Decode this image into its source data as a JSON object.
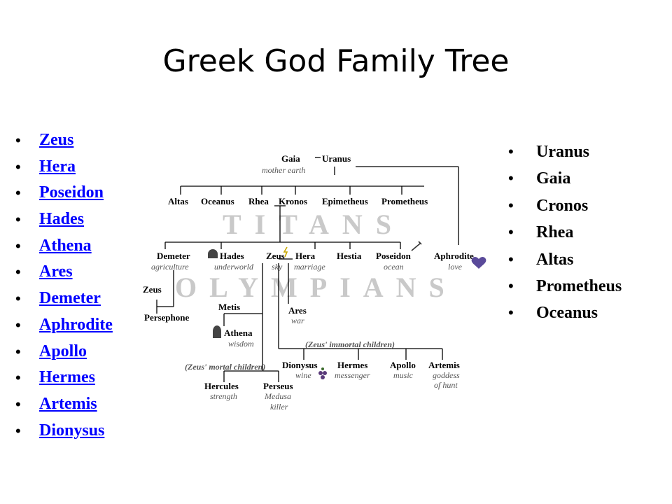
{
  "title": "Greek God Family Tree",
  "gods_links": [
    "Zeus",
    "Hera",
    "Poseidon",
    "Hades",
    "Athena",
    "Ares",
    "Demeter",
    "Aphrodite",
    "Apollo",
    "Hermes",
    "Artemis",
    "Dionysus"
  ],
  "titans": [
    "Uranus",
    "Gaia",
    "Cronos",
    "Rhea",
    "Altas",
    "Prometheus",
    "Oceanus"
  ],
  "tree": {
    "gaia": "Gaia",
    "gaia_desc": "mother earth",
    "uranus": "Uranus",
    "altas": "Altas",
    "oceanus": "Oceanus",
    "rhea": "Rhea",
    "kronos": "Kronos",
    "epimetheus": "Epimetheus",
    "prometheus": "Prometheus",
    "titans_banner": "TITANS",
    "demeter": "Demeter",
    "demeter_desc": "agriculture",
    "hades": "Hades",
    "hades_desc": "underworld",
    "zeus": "Zeus",
    "zeus_desc": "sky",
    "hera": "Hera",
    "hera_desc": "marriage",
    "hestia": "Hestia",
    "poseidon": "Poseidon",
    "poseidon_desc": "ocean",
    "aphrodite": "Aphrodite",
    "aphrodite_desc": "love",
    "olympians_banner": "OLYMPIANS",
    "zeus2": "Zeus",
    "persephone": "Persephone",
    "metis": "Metis",
    "athena": "Athena",
    "athena_desc": "wisdom",
    "ares": "Ares",
    "ares_desc": "war",
    "immortal_children": "(Zeus' immortal children)",
    "dionysus": "Dionysus",
    "dionysus_desc": "wine",
    "hermes": "Hermes",
    "hermes_desc": "messenger",
    "apollo": "Apollo",
    "apollo_desc": "music",
    "artemis": "Artemis",
    "artemis_desc1": "goddess",
    "artemis_desc2": "of hunt",
    "mortal_children": "(Zeus' mortal children)",
    "hercules": "Hercules",
    "hercules_desc": "strength",
    "perseus": "Perseus",
    "perseus_desc1": "Medusa",
    "perseus_desc2": "killer"
  },
  "colors": {
    "link": "#0000ff",
    "banner": "#c9c9c9",
    "heart": "#5a4a9a"
  },
  "icons": [
    "helmet-icon",
    "lightning-icon",
    "trident-icon",
    "heart-icon",
    "grapes-icon"
  ]
}
